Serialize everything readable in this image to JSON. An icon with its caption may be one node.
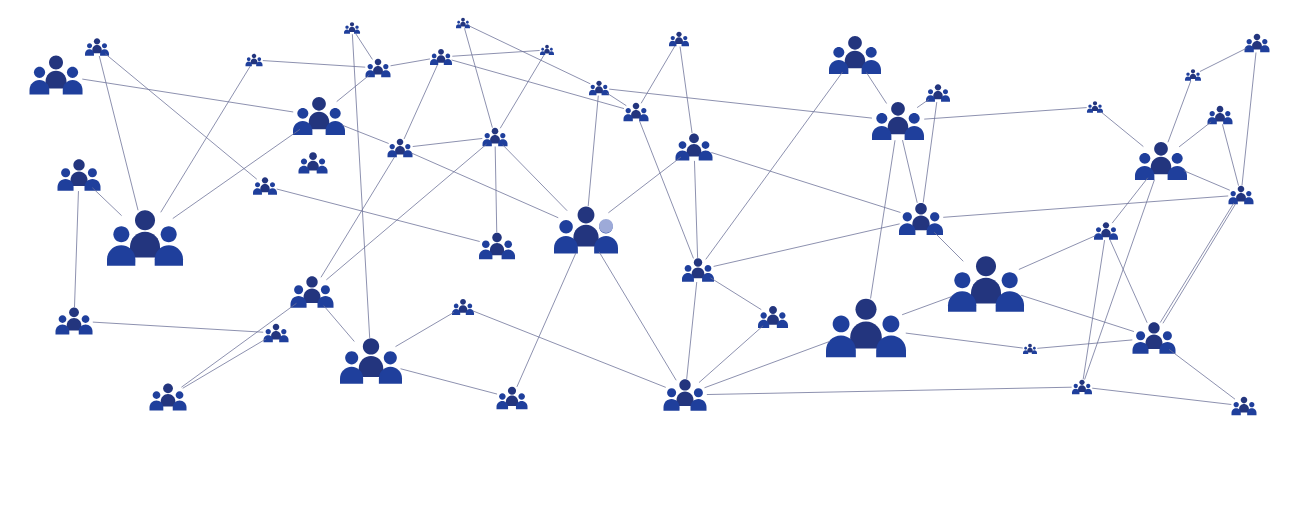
{
  "diagram": {
    "nodes": [
      {
        "text": [],
        "shape": "person"
      },
      {
        "text": [],
        "shape": "person"
      },
      {
        "text": [],
        "shape": "person"
      },
      {
        "text": [],
        "shape": "person"
      },
      {
        "text": [],
        "shape": "person"
      },
      {
        "text": [],
        "shape": "person"
      },
      {
        "text": [],
        "shape": "person"
      },
      {
        "text": [],
        "shape": "person"
      },
      {
        "text": [],
        "shape": "person"
      },
      {
        "text": [],
        "shape": "person"
      },
      {
        "text": [],
        "shape": "person"
      },
      {
        "text": [],
        "shape": "person"
      },
      {
        "text": [],
        "shape": "person"
      },
      {
        "text": [],
        "shape": "person"
      },
      {
        "text": [],
        "shape": "person"
      },
      {
        "text": [],
        "shape": "person"
      },
      {
        "text": [],
        "shape": "person"
      },
      {
        "text": [],
        "shape": "person"
      },
      {
        "text": [],
        "shape": "person"
      },
      {
        "text": [],
        "shape": "person"
      },
      {
        "text": [],
        "shape": "person"
      },
      {
        "text": [],
        "shape": "person"
      },
      {
        "text": [],
        "shape": "person"
      },
      {
        "text": [],
        "shape": "person"
      },
      {
        "text": [],
        "shape": "person"
      },
      {
        "text": [],
        "shape": "person"
      },
      {
        "text": [],
        "shape": "person"
      },
      {
        "text": [],
        "shape": "person"
      },
      {
        "text": [],
        "shape": "person"
      },
      {
        "text": [],
        "shape": "person"
      },
      {
        "text": [],
        "shape": "person"
      },
      {
        "text": [],
        "shape": "person"
      },
      {
        "text": [],
        "shape": "person"
      },
      {
        "text": [],
        "shape": "person"
      },
      {
        "text": [],
        "shape": "person"
      },
      {
        "text": [],
        "shape": "person"
      },
      {
        "text": [],
        "shape": "person"
      },
      {
        "text": [],
        "shape": "person"
      },
      {
        "text": [],
        "shape": "person"
      },
      {
        "text": [],
        "shape": "person"
      },
      {
        "text": [],
        "shape": "person"
      },
      {
        "text": [],
        "shape": "person"
      },
      {
        "text": [],
        "shape": "person"
      },
      {
        "text": [],
        "shape": "person"
      },
      {
        "text": [],
        "shape": "person"
      },
      {
        "text": [],
        "shape": "person"
      },
      {
        "text": [],
        "shape": "person"
      },
      {
        "text": [],
        "shape": "person"
      }
    ],
    "edges": [
      {
        "from": 0,
        "to": 11,
        "arrow": "none"
      },
      {
        "from": 1,
        "to": 2,
        "arrow": "none"
      },
      {
        "from": 1,
        "to": 8,
        "arrow": "none"
      },
      {
        "from": 2,
        "to": 4,
        "arrow": "none"
      },
      {
        "from": 3,
        "to": 4,
        "arrow": "none"
      },
      {
        "from": 3,
        "to": 7,
        "arrow": "none"
      },
      {
        "from": 4,
        "to": 6,
        "arrow": "none"
      },
      {
        "from": 4,
        "to": 11,
        "arrow": "none"
      },
      {
        "from": 5,
        "to": 8,
        "arrow": "none"
      },
      {
        "from": 5,
        "to": 9,
        "arrow": "none"
      },
      {
        "from": 6,
        "to": 14,
        "arrow": "none"
      },
      {
        "from": 7,
        "to": 20,
        "arrow": "none"
      },
      {
        "from": 9,
        "to": 13,
        "arrow": "none"
      },
      {
        "from": 9,
        "to": 15,
        "arrow": "none"
      },
      {
        "from": 9,
        "to": 19,
        "arrow": "none"
      },
      {
        "from": 11,
        "to": 14,
        "arrow": "none"
      },
      {
        "from": 11,
        "to": 15,
        "arrow": "none"
      },
      {
        "from": 12,
        "to": 13,
        "arrow": "none"
      },
      {
        "from": 12,
        "to": 14,
        "arrow": "none"
      },
      {
        "from": 13,
        "to": 18,
        "arrow": "none"
      },
      {
        "from": 13,
        "to": 21,
        "arrow": "none"
      },
      {
        "from": 14,
        "to": 16,
        "arrow": "none"
      },
      {
        "from": 15,
        "to": 16,
        "arrow": "none"
      },
      {
        "from": 15,
        "to": 19,
        "arrow": "none"
      },
      {
        "from": 15,
        "to": 23,
        "arrow": "none"
      },
      {
        "from": 16,
        "to": 22,
        "arrow": "none"
      },
      {
        "from": 16,
        "to": 25,
        "arrow": "none"
      },
      {
        "from": 17,
        "to": 19,
        "arrow": "none"
      },
      {
        "from": 17,
        "to": 24,
        "arrow": "none"
      },
      {
        "from": 18,
        "to": 27,
        "arrow": "none"
      },
      {
        "from": 19,
        "to": 20,
        "arrow": "none"
      },
      {
        "from": 19,
        "to": 22,
        "arrow": "none"
      },
      {
        "from": 19,
        "to": 23,
        "arrow": "none"
      },
      {
        "from": 21,
        "to": 23,
        "arrow": "none"
      },
      {
        "from": 23,
        "to": 24,
        "arrow": "none"
      },
      {
        "from": 23,
        "to": 27,
        "arrow": "none"
      },
      {
        "from": 23,
        "to": 28,
        "arrow": "none"
      },
      {
        "from": 24,
        "to": 25,
        "arrow": "none"
      },
      {
        "from": 24,
        "to": 33,
        "arrow": "none"
      },
      {
        "from": 25,
        "to": 26,
        "arrow": "none"
      },
      {
        "from": 25,
        "to": 29,
        "arrow": "none"
      },
      {
        "from": 26,
        "to": 28,
        "arrow": "none"
      },
      {
        "from": 27,
        "to": 29,
        "arrow": "none"
      },
      {
        "from": 27,
        "to": 30,
        "arrow": "none"
      },
      {
        "from": 27,
        "to": 32,
        "arrow": "none"
      },
      {
        "from": 27,
        "to": 38,
        "arrow": "none"
      },
      {
        "from": 28,
        "to": 29,
        "arrow": "none"
      },
      {
        "from": 28,
        "to": 34,
        "arrow": "none"
      },
      {
        "from": 29,
        "to": 30,
        "arrow": "none"
      },
      {
        "from": 29,
        "to": 31,
        "arrow": "none"
      },
      {
        "from": 29,
        "to": 34,
        "arrow": "none"
      },
      {
        "from": 31,
        "to": 33,
        "arrow": "none"
      },
      {
        "from": 32,
        "to": 33,
        "arrow": "none"
      },
      {
        "from": 32,
        "to": 36,
        "arrow": "none"
      },
      {
        "from": 32,
        "to": 37,
        "arrow": "none"
      },
      {
        "from": 33,
        "to": 34,
        "arrow": "none"
      },
      {
        "from": 33,
        "to": 35,
        "arrow": "none"
      },
      {
        "from": 33,
        "to": 39,
        "arrow": "none"
      },
      {
        "from": 34,
        "to": 35,
        "arrow": "none"
      },
      {
        "from": 34,
        "to": 36,
        "arrow": "none"
      },
      {
        "from": 34,
        "to": 45,
        "arrow": "none"
      },
      {
        "from": 36,
        "to": 40,
        "arrow": "none"
      },
      {
        "from": 36,
        "to": 41,
        "arrow": "none"
      },
      {
        "from": 37,
        "to": 41,
        "arrow": "none"
      },
      {
        "from": 38,
        "to": 40,
        "arrow": "none"
      },
      {
        "from": 38,
        "to": 42,
        "arrow": "none"
      },
      {
        "from": 38,
        "to": 46,
        "arrow": "none"
      },
      {
        "from": 39,
        "to": 42,
        "arrow": "none"
      },
      {
        "from": 40,
        "to": 41,
        "arrow": "none"
      },
      {
        "from": 40,
        "to": 42,
        "arrow": "none"
      },
      {
        "from": 45,
        "to": 41,
        "arrow": "none"
      },
      {
        "from": 45,
        "to": 41,
        "arrow": "none"
      },
      {
        "from": 41,
        "to": 46,
        "arrow": "none"
      },
      {
        "from": 42,
        "to": 43,
        "arrow": "none"
      },
      {
        "from": 42,
        "to": 44,
        "arrow": "none"
      },
      {
        "from": 42,
        "to": 45,
        "arrow": "none"
      },
      {
        "from": 43,
        "to": 47,
        "arrow": "none"
      },
      {
        "from": 44,
        "to": 45,
        "arrow": "none"
      },
      {
        "from": 45,
        "to": 47,
        "arrow": "none"
      }
    ]
  }
}
